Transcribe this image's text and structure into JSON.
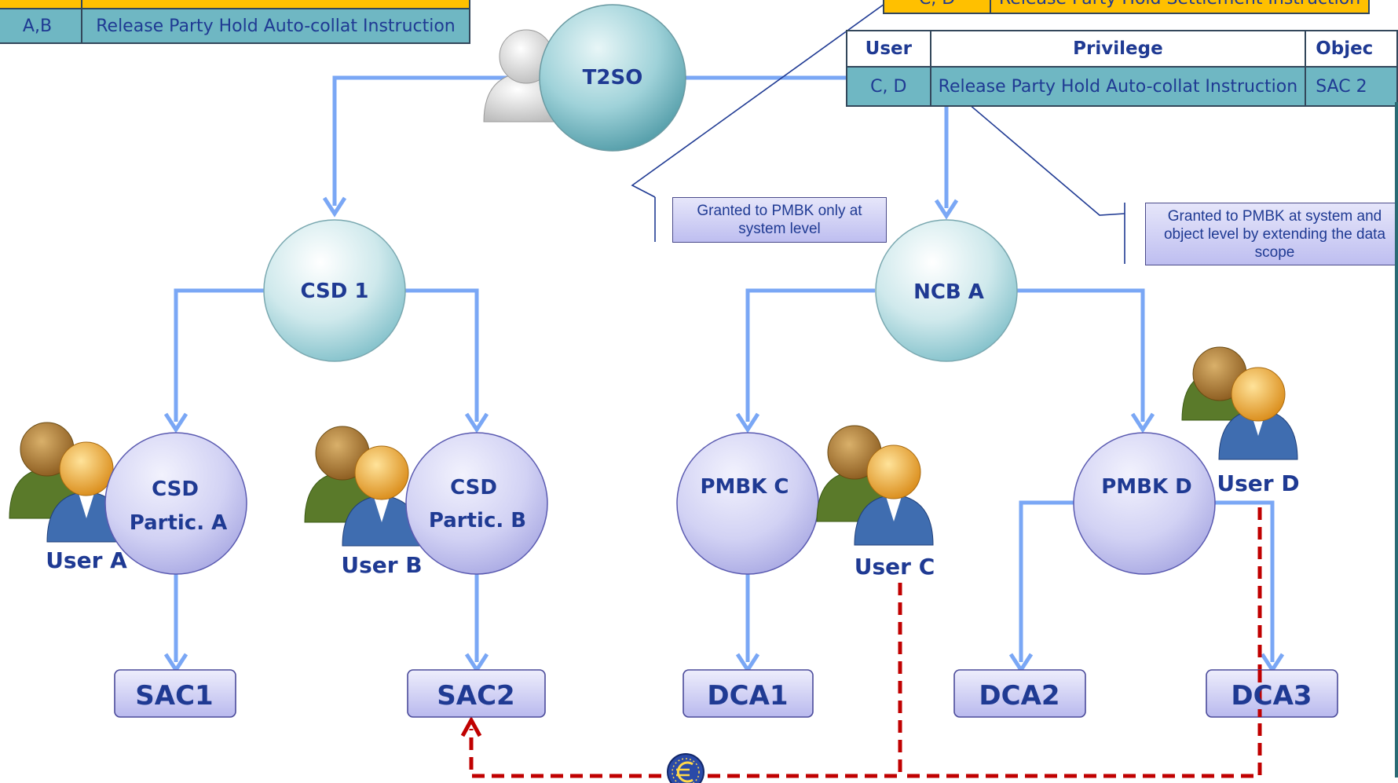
{
  "top_left_table": {
    "partial_row": {
      "user": "",
      "privilege": ""
    },
    "row": {
      "user": "A,B",
      "privilege": "Release Party Hold Auto-collat Instruction"
    }
  },
  "top_right_table": {
    "top_row": {
      "user": "C, D",
      "privilege": "Release Party Hold Settlement Instruction"
    },
    "headers": {
      "user": "User",
      "privilege": "Privilege",
      "object": "Objec"
    },
    "row": {
      "user": "C, D",
      "privilege": "Release Party Hold Auto-collat Instruction",
      "object": "SAC 2"
    }
  },
  "callouts": {
    "system_level": "Granted to PMBK only at system level",
    "extended_scope": "Granted to PMBK at system and object level by extending the data scope"
  },
  "nodes": {
    "t2so": "T2SO",
    "csd1": "CSD 1",
    "ncba": "NCB A",
    "partic_a_line1": "CSD",
    "partic_a_line2": "Partic. A",
    "partic_b_line1": "CSD",
    "partic_b_line2": "Partic. B",
    "pmbk_c": "PMBK C",
    "pmbk_d": "PMBK D"
  },
  "users": {
    "a": "User A",
    "b": "User B",
    "c": "User C",
    "d": "User D"
  },
  "accounts": {
    "sac1": "SAC1",
    "sac2": "SAC2",
    "dca1": "DCA1",
    "dca2": "DCA2",
    "dca3": "DCA3"
  },
  "colors": {
    "hierarchy_arrow": "#7aa7f5",
    "dashed_link": "#c00000",
    "table_header_highlight": "#ffc000",
    "table_row_teal": "#6fb7c3",
    "node_teal": "#bfe3e8",
    "node_lavender": "#c9c9ef",
    "text_blue": "#1f3a93"
  }
}
